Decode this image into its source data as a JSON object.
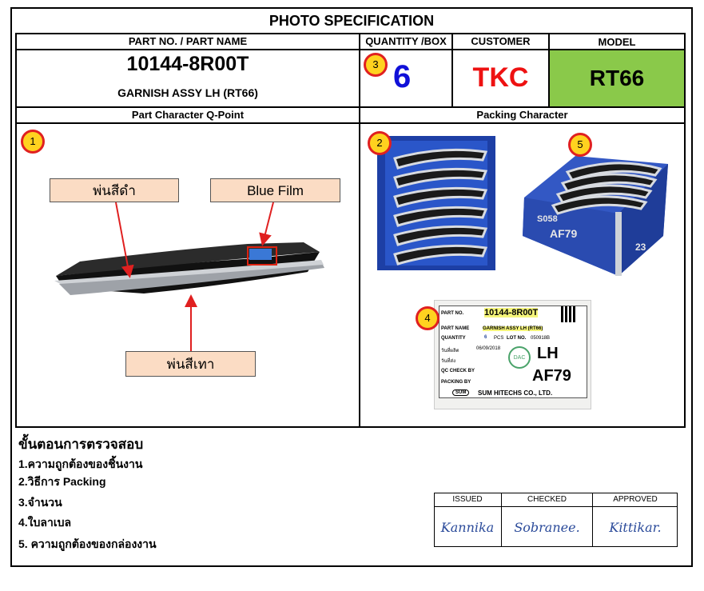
{
  "title": "PHOTO  SPECIFICATION",
  "headers": {
    "part": "PART NO. / PART NAME",
    "quantity": "QUANTITY /BOX",
    "customer": "CUSTOMER",
    "model": "MODEL"
  },
  "part": {
    "number": "10144-8R00T",
    "name": "GARNISH ASSY LH (RT66)"
  },
  "quantity": "6",
  "customer": "TKC",
  "model": "RT66",
  "colors": {
    "quantity": "#1010d8",
    "customer": "#ee1111",
    "model_bg": "#8ac94a",
    "badge_fill": "#ffd21f",
    "badge_border": "#e02020",
    "callout_bg": "#fbdcc4"
  },
  "sections": {
    "left": "Part Character Q-Point",
    "right": "Packing Character"
  },
  "badges": [
    "1",
    "2",
    "3",
    "4",
    "5"
  ],
  "callouts": {
    "black_paint": "พ่นสีดำ",
    "blue_film": "Blue Film",
    "grey_paint": "พ่นสีเทา"
  },
  "label_photo": {
    "rows": [
      {
        "label": "PART NO.",
        "value": "10144-8R00T"
      },
      {
        "label": "PART NAME",
        "value": "GARNISH ASSY LH (RT66)"
      },
      {
        "label": "QUANTITY",
        "value": "6",
        "unit": "PCS",
        "lot_label": "LOT NO.",
        "lot": "050918B"
      },
      {
        "label": "วันที่ผลิต",
        "value": "06/09/2018"
      },
      {
        "label": "วันที่ส่ง",
        "value": ""
      },
      {
        "label": "QC CHECK BY",
        "value": ""
      },
      {
        "label": "PACKING BY",
        "value": ""
      }
    ],
    "side": "LH",
    "code": "AF79",
    "stamp": "DAC",
    "logo": "SUM",
    "company": "SUM HITECHS CO., LTD."
  },
  "box_labels": {
    "box1": "S058",
    "box2": "23",
    "box3": "AF79"
  },
  "steps": {
    "title": "ขั้นตอนการตรวจสอบ",
    "items": [
      "1.ความถูกต้องของชิ้นงาน",
      "2.วิธีการ Packing",
      "3.จำนวน",
      "4.ใบลาเบล",
      "5. ความถูกต้องของกล่องงาน"
    ]
  },
  "approval": {
    "headers": [
      "ISSUED",
      "CHECKED",
      "APPROVED"
    ],
    "signatures": [
      "Kannika",
      "Sobranee.",
      "Kittikar."
    ]
  }
}
